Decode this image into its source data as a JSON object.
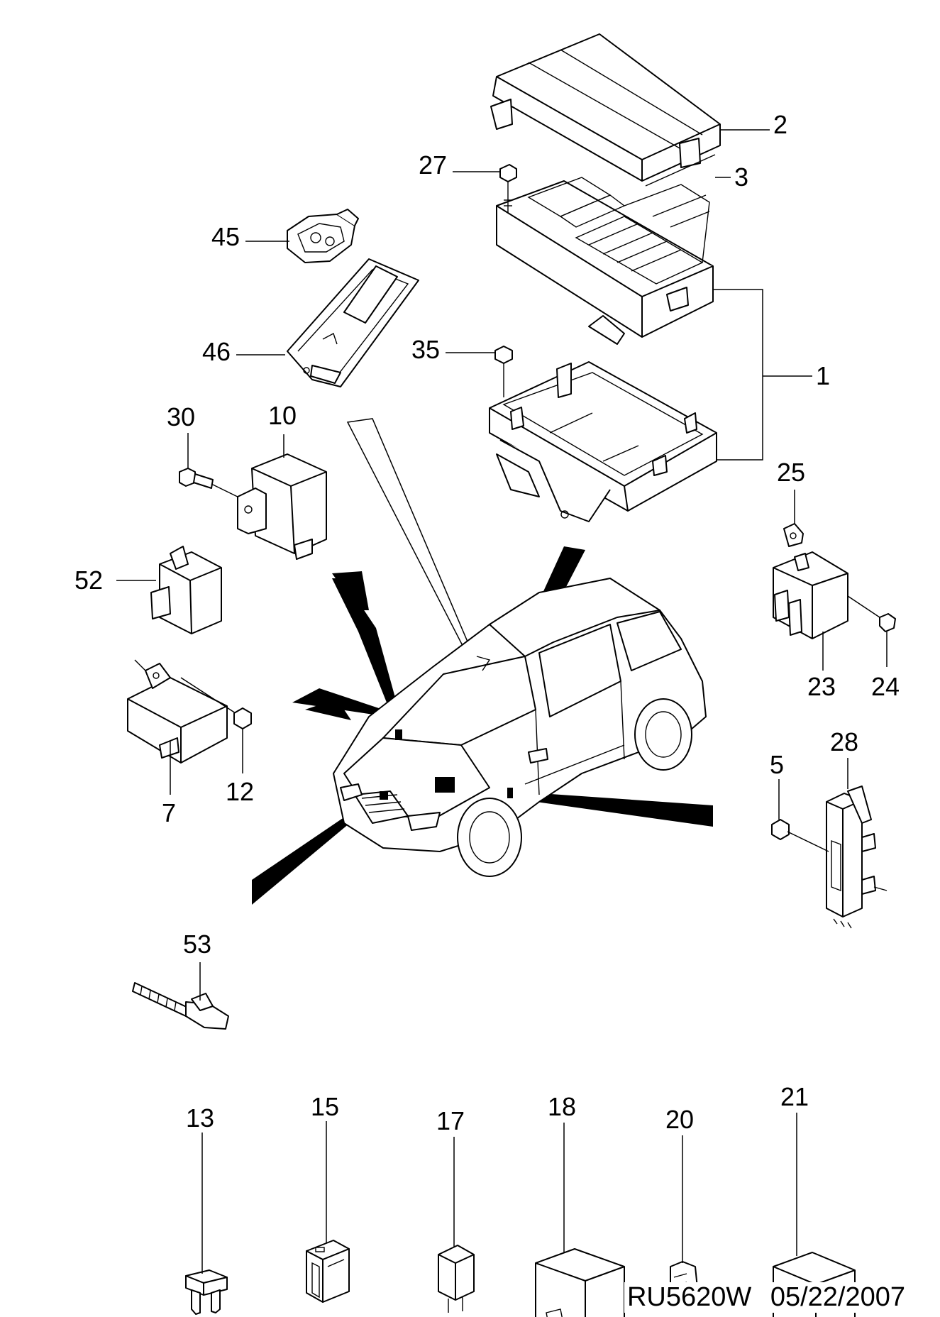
{
  "labels": {
    "l1": "1",
    "l2": "2",
    "l3": "3",
    "l5": "5",
    "l7": "7",
    "l10": "10",
    "l12": "12",
    "l13": "13",
    "l15": "15",
    "l17": "17",
    "l18": "18",
    "l20": "20",
    "l21": "21",
    "l23": "23",
    "l24": "24",
    "l25": "25",
    "l27": "27",
    "l28": "28",
    "l30": "30",
    "l35": "35",
    "l45": "45",
    "l46": "46",
    "l52": "52",
    "l53": "53"
  },
  "footer": {
    "code": "RU5620W",
    "date": "05/22/2007"
  }
}
